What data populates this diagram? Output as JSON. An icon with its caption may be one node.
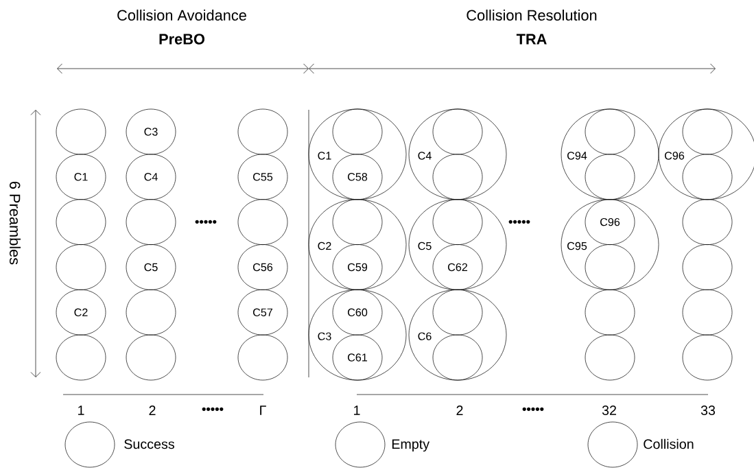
{
  "diagram": {
    "nodes": [
      {
        "text": [],
        "shape": "circle"
      },
      {
        "text": [
          "C1"
        ]
      },
      {
        "text": [],
        "shape": "circle"
      },
      {
        "text": [],
        "shape": "circle"
      },
      {
        "text": [
          "C2"
        ]
      },
      {
        "text": [],
        "shape": "circle"
      },
      {
        "text": [
          "C3"
        ]
      },
      {
        "text": [
          "C4"
        ]
      },
      {
        "text": [],
        "shape": "circle"
      },
      {
        "text": [
          "C5"
        ]
      },
      {
        "text": [],
        "shape": "circle"
      },
      {
        "text": [],
        "shape": "circle"
      },
      {
        "text": [],
        "shape": "circle"
      },
      {
        "text": [
          "C55"
        ]
      },
      {
        "text": [],
        "shape": "circle"
      },
      {
        "text": [
          "C56"
        ]
      },
      {
        "text": [
          "C57"
        ]
      },
      {
        "text": [],
        "shape": "circle"
      },
      {
        "text": [
          "C1"
        ]
      },
      {
        "text": [],
        "shape": "circle",
        "in": 18
      },
      {
        "text": [
          "C58"
        ],
        "in": 18
      },
      {
        "text": [
          "C2"
        ]
      },
      {
        "text": [],
        "shape": "circle",
        "in": 21
      },
      {
        "text": [
          "C59"
        ],
        "in": 21
      },
      {
        "text": [
          "C3"
        ]
      },
      {
        "text": [
          "C60"
        ],
        "in": 24
      },
      {
        "text": [
          "C61"
        ],
        "in": 24
      },
      {
        "text": [
          "C4"
        ]
      },
      {
        "text": [],
        "shape": "circle",
        "in": 27
      },
      {
        "text": [],
        "shape": "circle",
        "in": 27
      },
      {
        "text": [
          "C5"
        ]
      },
      {
        "text": [],
        "shape": "circle",
        "in": 30
      },
      {
        "text": [
          "C62"
        ],
        "in": 30
      },
      {
        "text": [
          "C6"
        ]
      },
      {
        "text": [],
        "shape": "circle",
        "in": 33
      },
      {
        "text": [],
        "shape": "circle",
        "in": 33
      },
      {
        "text": [
          "C94"
        ]
      },
      {
        "text": [],
        "shape": "circle",
        "in": 36
      },
      {
        "text": [],
        "shape": "circle",
        "in": 36
      },
      {
        "text": [
          "C95"
        ]
      },
      {
        "text": [
          "C96"
        ],
        "in": 39
      },
      {
        "text": [],
        "shape": "circle",
        "in": 39
      },
      {
        "text": [],
        "shape": "circle"
      },
      {
        "text": [],
        "shape": "circle"
      },
      {
        "text": [
          "C96"
        ]
      },
      {
        "text": [],
        "shape": "circle",
        "in": 44
      },
      {
        "text": [],
        "shape": "circle",
        "in": 44
      },
      {
        "text": [],
        "shape": "circle"
      },
      {
        "text": [],
        "shape": "circle"
      },
      {
        "text": [],
        "shape": "circle"
      },
      {
        "text": [],
        "shape": "circle"
      }
    ],
    "labels": [
      "Collision Avoidance",
      "PreBO",
      "Collision Resolution",
      "TRA",
      "6 Preambles",
      "•••••",
      "•••••",
      "1",
      "2",
      "•••••",
      "Γ",
      "1",
      "2",
      "•••••",
      "32",
      "33"
    ],
    "legend": [
      {
        "text": "Success"
      },
      {
        "text": "Empty"
      },
      {
        "text": "Collision"
      }
    ]
  }
}
